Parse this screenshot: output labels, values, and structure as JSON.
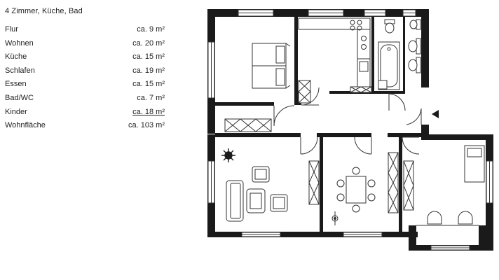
{
  "listing": {
    "title": "4 Zimmer, Küche, Bad",
    "rooms": [
      {
        "name": "Flur",
        "area": "ca.  9 m²"
      },
      {
        "name": "Wohnen",
        "area": "ca. 20 m²"
      },
      {
        "name": "Küche",
        "area": "ca. 15 m²"
      },
      {
        "name": "Schlafen",
        "area": "ca. 19 m²"
      },
      {
        "name": "Essen",
        "area": "ca. 15 m²"
      },
      {
        "name": "Bad/WC",
        "area": "ca.  7 m²"
      },
      {
        "name": "Kinder",
        "area": "ca. 18 m²"
      },
      {
        "name": "Wohnfläche",
        "area": "ca. 103 m²"
      }
    ]
  },
  "colors": {
    "wall": "#1a1a1a",
    "line": "#333333",
    "paper": "#ffffff"
  }
}
